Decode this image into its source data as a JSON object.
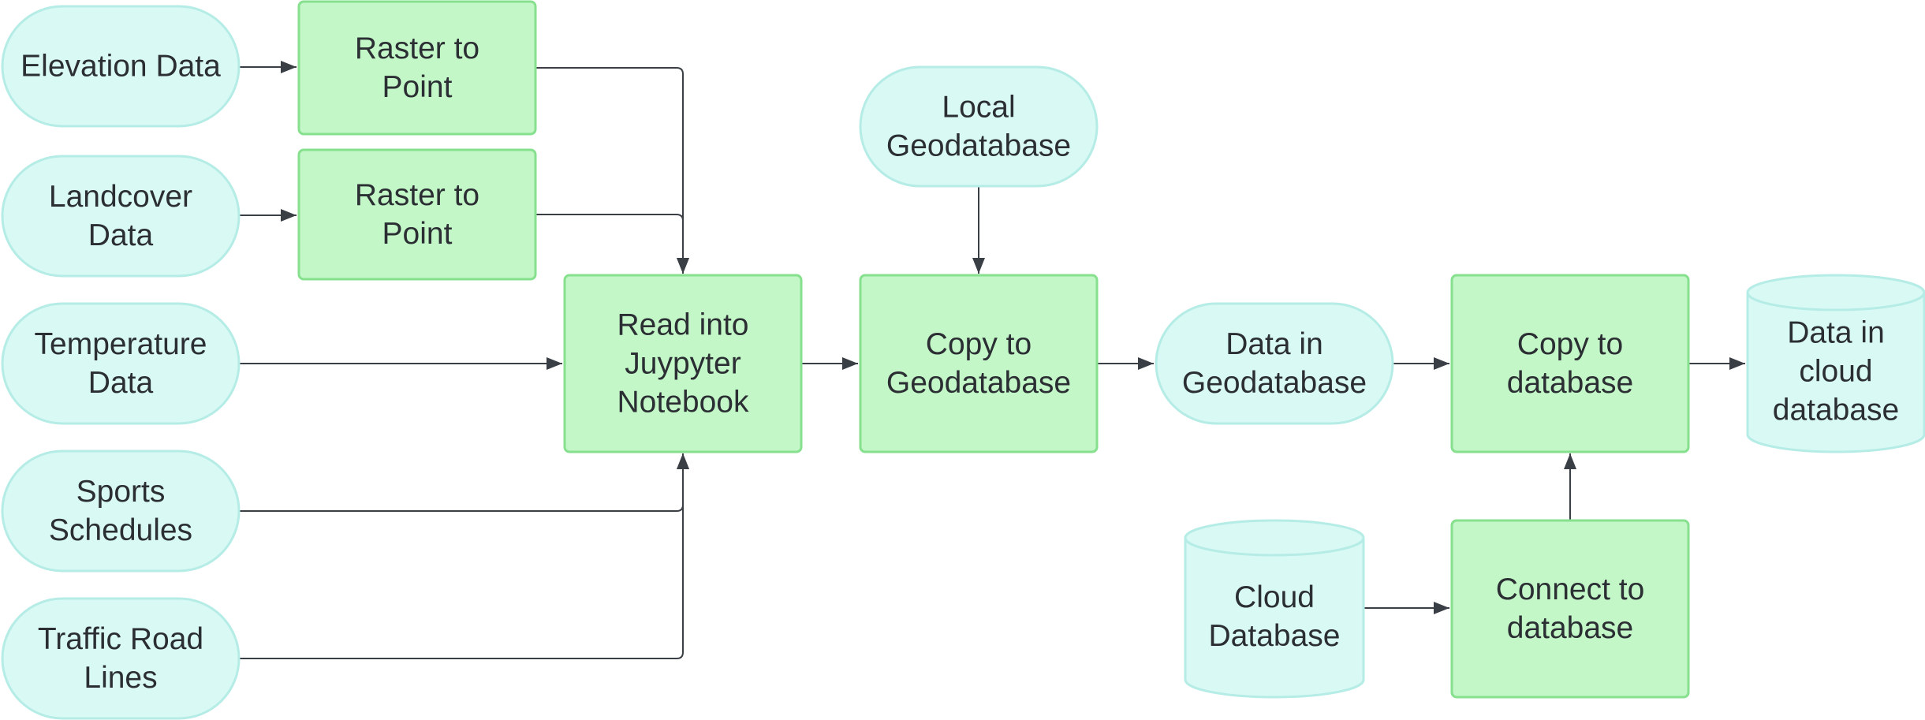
{
  "nodes": {
    "elevation_data": [
      "Elevation Data"
    ],
    "landcover_data": [
      "Landcover",
      "Data"
    ],
    "temperature_data": [
      "Temperature",
      "Data"
    ],
    "sports_schedules": [
      "Sports",
      "Schedules"
    ],
    "traffic_road_lines": [
      "Traffic Road",
      "Lines"
    ],
    "raster_to_point_1": [
      "Raster to",
      "Point"
    ],
    "raster_to_point_2": [
      "Raster to",
      "Point"
    ],
    "read_into_notebook": [
      "Read into",
      "Juypyter",
      "Notebook"
    ],
    "local_geodatabase": [
      "Local",
      "Geodatabase"
    ],
    "copy_to_geodatabase": [
      "Copy to",
      "Geodatabase"
    ],
    "data_in_geodatabase": [
      "Data in",
      "Geodatabase"
    ],
    "copy_to_database": [
      "Copy to",
      "database"
    ],
    "data_in_cloud_database": [
      "Data in",
      "cloud",
      "database"
    ],
    "cloud_database": [
      "Cloud",
      "Database"
    ],
    "connect_to_database": [
      "Connect to",
      "database"
    ]
  },
  "edges": [
    [
      "elevation_data",
      "raster_to_point_1"
    ],
    [
      "landcover_data",
      "raster_to_point_2"
    ],
    [
      "raster_to_point_1",
      "read_into_notebook"
    ],
    [
      "raster_to_point_2",
      "read_into_notebook"
    ],
    [
      "temperature_data",
      "read_into_notebook"
    ],
    [
      "sports_schedules",
      "read_into_notebook"
    ],
    [
      "traffic_road_lines",
      "read_into_notebook"
    ],
    [
      "read_into_notebook",
      "copy_to_geodatabase"
    ],
    [
      "local_geodatabase",
      "copy_to_geodatabase"
    ],
    [
      "copy_to_geodatabase",
      "data_in_geodatabase"
    ],
    [
      "data_in_geodatabase",
      "copy_to_database"
    ],
    [
      "copy_to_database",
      "data_in_cloud_database"
    ],
    [
      "cloud_database",
      "connect_to_database"
    ],
    [
      "connect_to_database",
      "copy_to_database"
    ]
  ],
  "colors": {
    "data_fill": "#d9f9f4",
    "data_stroke": "#b5ece6",
    "process_fill": "#c3f7c8",
    "process_stroke": "#86e08e",
    "edge": "#3a3f45",
    "text": "#2b2f33"
  }
}
